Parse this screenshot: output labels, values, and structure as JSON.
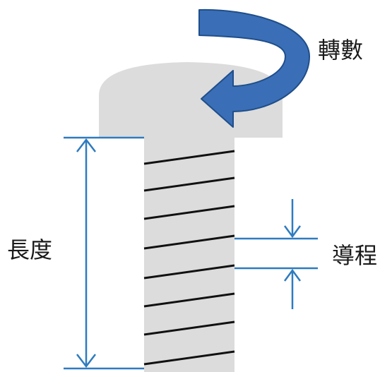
{
  "labels": {
    "rotation": "轉數",
    "length": "長度",
    "lead": "導程"
  },
  "colors": {
    "screw_body": "#dcdcdc",
    "thread_line": "#111111",
    "dimension_line": "#2e7bbf",
    "rotation_arrow": "#3a6fb7",
    "rotation_arrow_edge": "#1f4e8a"
  },
  "icons": {
    "rotation_arrow": "curved-arrow-icon",
    "length_arrow": "double-headed-arrow-icon",
    "lead_arrows": "opposing-arrows-icon"
  }
}
